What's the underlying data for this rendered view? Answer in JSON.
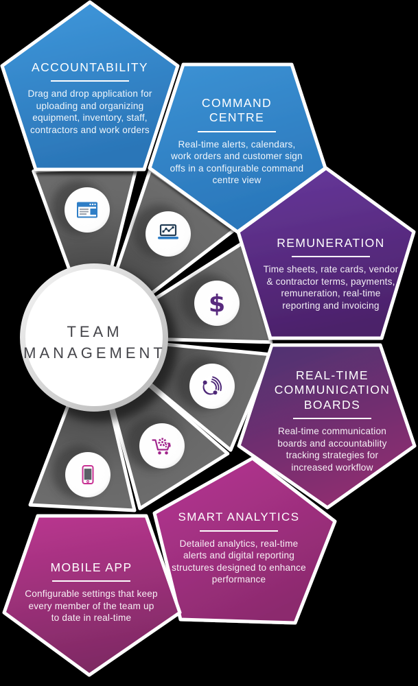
{
  "background_color": "#000000",
  "center": {
    "line1": "TEAM",
    "line2": "MANAGEMENT",
    "text_color": "#45454a"
  },
  "wedge_color": "#666666",
  "sections": [
    {
      "id": "accountability",
      "title": "ACCOUNTABILITY",
      "description": "Drag and drop application for uploading and organizing equipment, inventory, staff, contractors and work orders",
      "icon": "app-window-icon",
      "icon_color": "#2f7ec6",
      "color_top": "#3f98dc",
      "color_bottom": "#2b76b8"
    },
    {
      "id": "command-centre",
      "title": "COMMAND CENTRE",
      "description": "Real-time alerts, calendars, work orders and customer sign offs in a configurable command centre view",
      "icon": "laptop-chart-icon",
      "icon_color": "#223c54",
      "color_top": "#3c92d4",
      "color_bottom": "#2a77bb"
    },
    {
      "id": "remuneration",
      "title": "REMUNERATION",
      "description": "Time sheets, rate cards, vendor & contractor terms, payments, remuneration, real-time reporting and invoicing",
      "icon": "dollar-icon",
      "icon_color": "#582a7e",
      "color_top": "#66379a",
      "color_bottom": "#4b2169"
    },
    {
      "id": "real-time-communication-boards",
      "title": "REAL-TIME COMMUNICATION BOARDS",
      "description": "Real-time communication boards and accountability tracking strategies for increased workflow",
      "icon": "phone-signal-icon",
      "icon_color": "#4e2878",
      "color_top": "#4d3172",
      "color_bottom": "#8e2d6f"
    },
    {
      "id": "smart-analytics",
      "title": "SMART ANALYTICS",
      "description": "Detailed analytics, real-time alerts and digital reporting structures designed to enhance performance",
      "icon": "cart-gears-icon",
      "icon_color": "#a1258c",
      "color_top": "#b73494",
      "color_bottom": "#8c2b6e"
    },
    {
      "id": "mobile-app",
      "title": "MOBILE APP",
      "description": "Configurable settings that keep every member of the team up to date in real-time",
      "icon": "smartphone-icon",
      "icon_color": "#c72f92",
      "color_top": "#b9368f",
      "color_bottom": "#7e2a63"
    }
  ]
}
